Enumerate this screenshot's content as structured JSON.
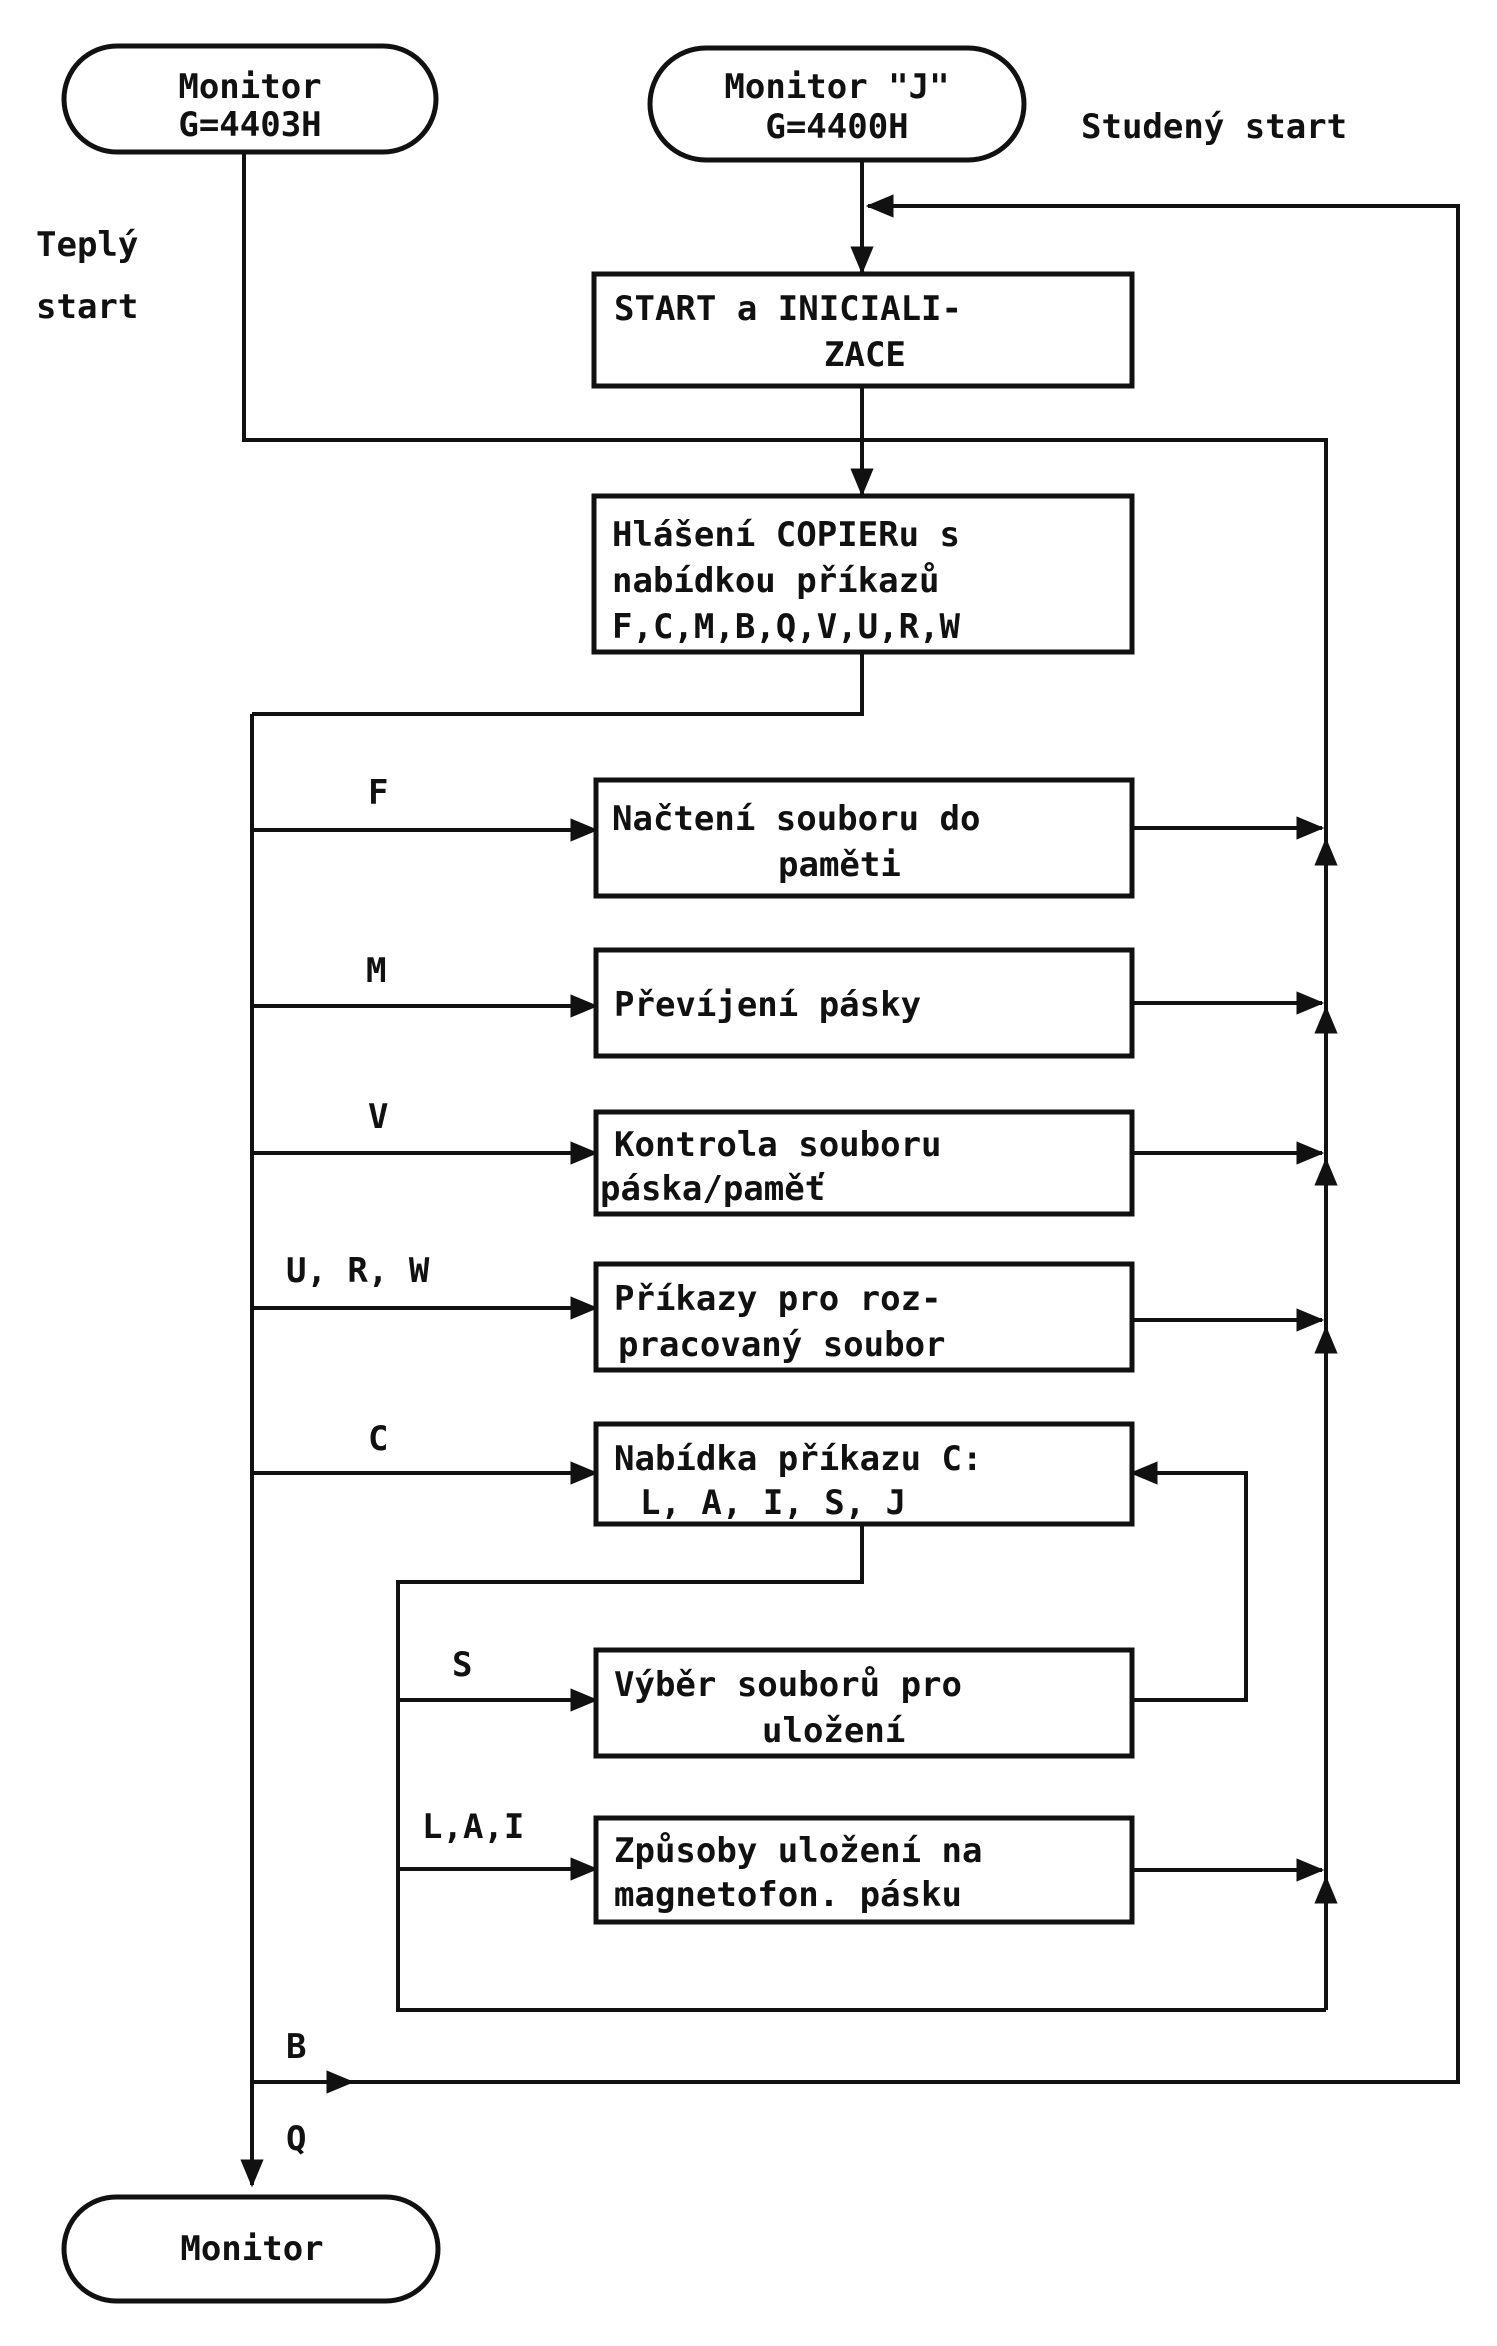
{
  "terminals": {
    "warm_monitor": [
      "Monitor",
      "G=4403H"
    ],
    "cold_monitor": [
      "Monitor \"J\"",
      "G=4400H"
    ],
    "end_monitor": "Monitor"
  },
  "side_labels": {
    "cold_start": "Studený start",
    "warm_start": [
      "Teplý",
      "start"
    ]
  },
  "boxes": {
    "init": [
      "START a INICIALI-",
      "ZACE"
    ],
    "menu": [
      "Hlášení COPIERu s",
      "nabídkou příkazů",
      "F,C,M,B,Q,V,U,R,W"
    ],
    "load": [
      "Načtení souboru do",
      "paměti"
    ],
    "rewind": [
      "Převíjení pásky"
    ],
    "verify": [
      "Kontrola souboru",
      "páska/paměť"
    ],
    "commands": [
      "Příkazy pro roz-",
      "pracovaný soubor"
    ],
    "c_menu": [
      "Nabídka příkazu C:",
      "L, A, I, S, J"
    ],
    "select": [
      "Výběr souborů pro",
      "uložení"
    ],
    "save": [
      "Způsoby uložení na",
      "magnetofon. pásku"
    ]
  },
  "branch_labels": {
    "f": "F",
    "m": "M",
    "v": "V",
    "urw": "U, R, W",
    "c": "C",
    "s": "S",
    "lai": "L,A,I",
    "b": "B",
    "q": "Q"
  }
}
